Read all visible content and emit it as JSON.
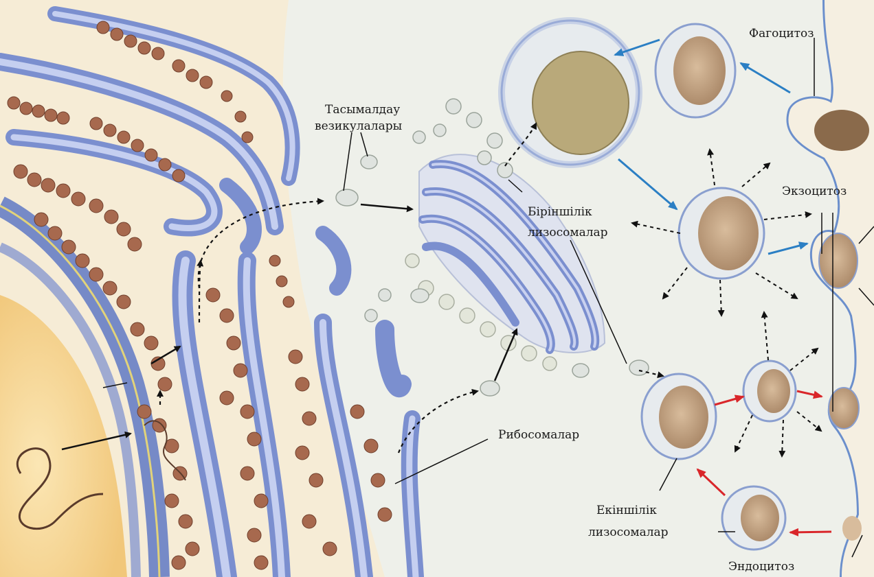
{
  "labels": {
    "transport_1": "Тасымалдау",
    "transport_2": "везикулалары",
    "primary_1": "Біріншілік",
    "primary_2": "лизосомалар",
    "ribosomes": "Рибосомалар",
    "secondary_1": "Екіншілік",
    "secondary_2": "лизосомалар",
    "phagocytosis": "Фагоцитоз",
    "exocytosis": "Экзоцитоз",
    "endocytosis": "Эндоцитоз"
  },
  "colors": {
    "background": "#f6ecd6",
    "nucleus": "#f7d79a",
    "er_membrane": "#7b8fcf",
    "er_lumen": "#b8c4ea",
    "ribosome": "#a7694e",
    "golgi": "#8c9bd8",
    "vesicle": "#e9ece3",
    "lysosome_content": "#c9a889",
    "arrow_black": "#111111",
    "arrow_blue": "#2b7fc4",
    "arrow_red": "#d9262a",
    "cell_membrane": "#5b86c7"
  },
  "icons": [
    "arrow-right-icon",
    "dashed-arrow-icon"
  ]
}
